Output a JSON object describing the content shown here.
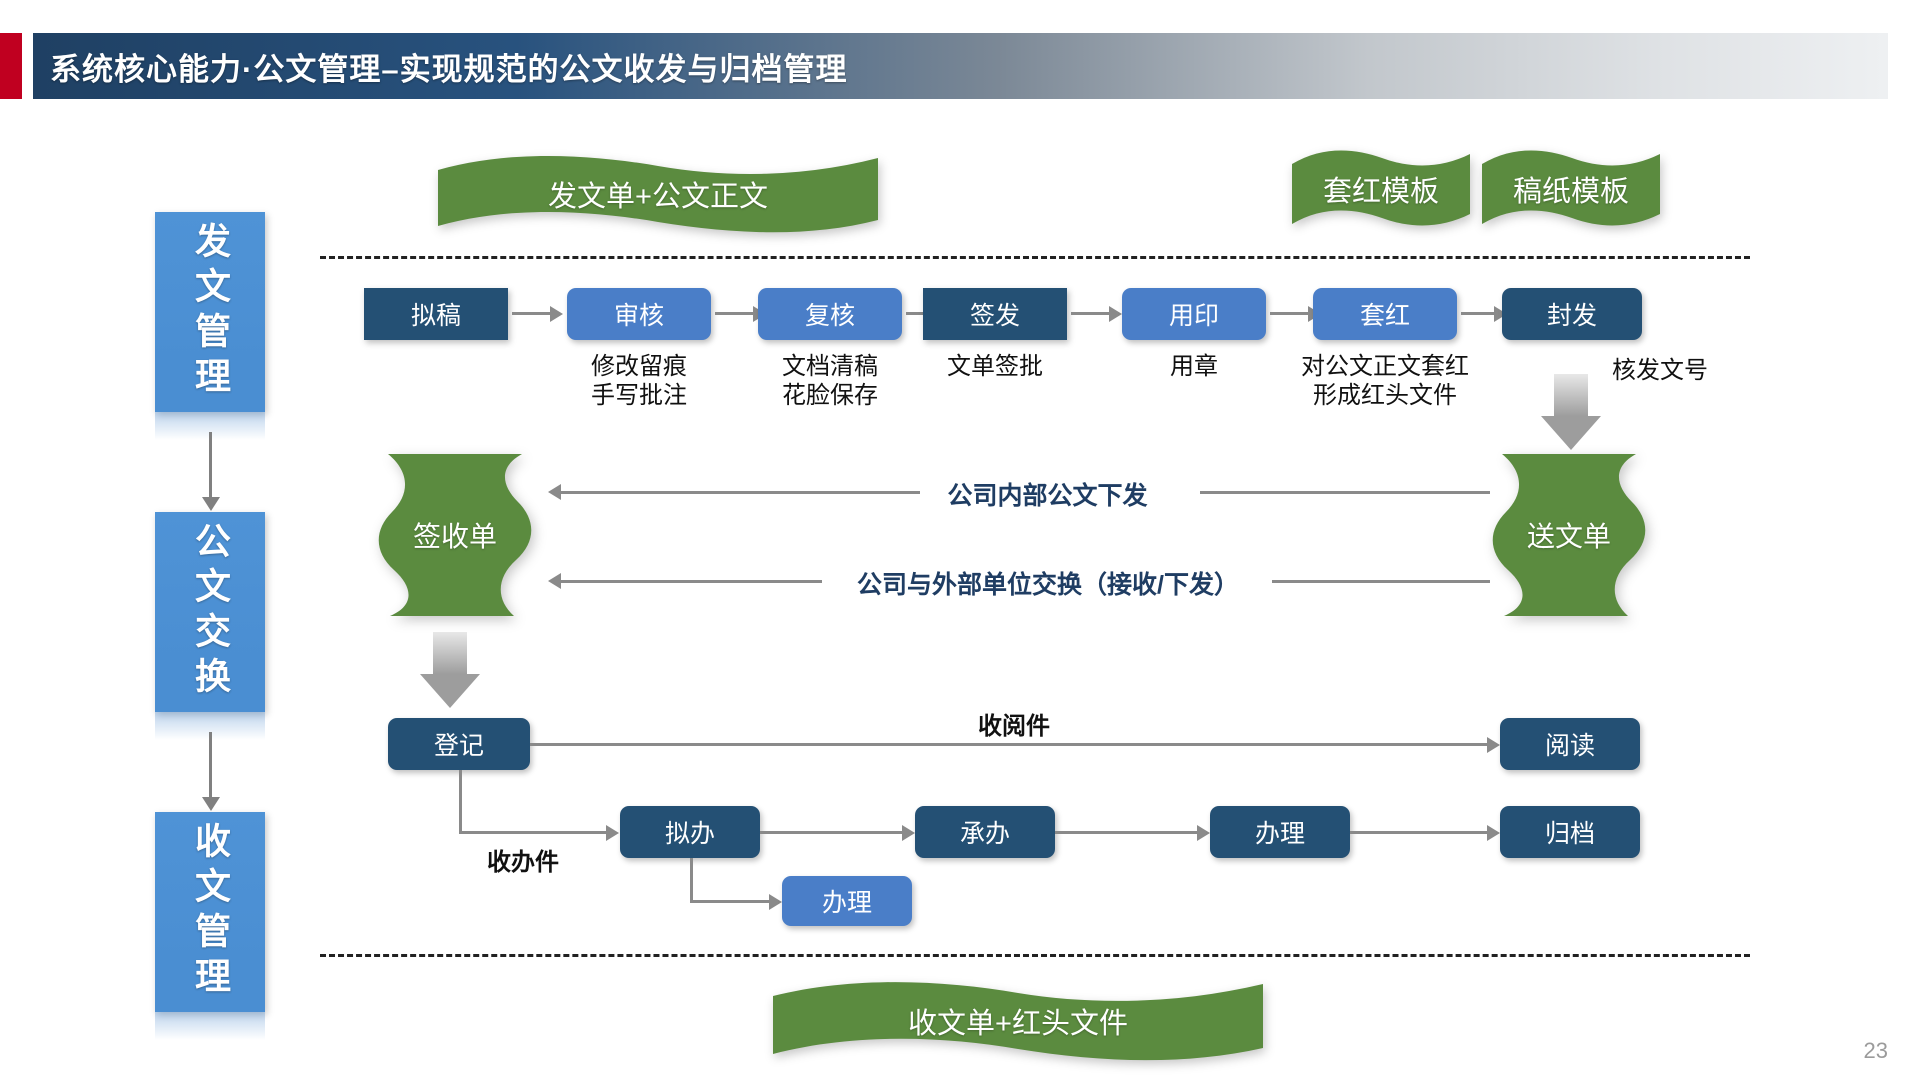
{
  "slide": {
    "title": "系统核心能力·公文管理–实现规范的公文收发与归档管理",
    "page_number": "23",
    "accent_color": "#c00020",
    "title_bar_color": "#1f4063",
    "dark_box_color": "#245074",
    "blue_box_color": "#4a7ec8",
    "green_color": "#5b8b3f",
    "panel_blue": "#4a8ed2",
    "label_blue": "#1f3d63"
  },
  "sidebar": {
    "items": [
      {
        "label": "发文管理"
      },
      {
        "label": "公文交换"
      },
      {
        "label": "收文管理"
      }
    ]
  },
  "banners": {
    "top_left": {
      "label": "发文单+公文正文"
    },
    "top_right_1": {
      "label": "套红模板"
    },
    "top_right_2": {
      "label": "稿纸模板"
    },
    "bottom": {
      "label": "收文单+红头文件"
    }
  },
  "scrolls": {
    "left": {
      "label": "签收单"
    },
    "right": {
      "label": "送文单"
    }
  },
  "dispatch_flow": {
    "steps": [
      {
        "label": "拟稿",
        "style": "dark"
      },
      {
        "label": "审核",
        "style": "blue"
      },
      {
        "label": "复核",
        "style": "blue"
      },
      {
        "label": "签发",
        "style": "dark"
      },
      {
        "label": "用印",
        "style": "blue"
      },
      {
        "label": "套红",
        "style": "blue"
      },
      {
        "label": "封发",
        "style": "dark"
      }
    ],
    "captions": [
      {
        "line1": "修改留痕",
        "line2": "手写批注"
      },
      {
        "line1": "文档清稿",
        "line2": "花脸保存"
      },
      {
        "line1": "文单签批",
        "line2": ""
      },
      {
        "line1": "用章",
        "line2": ""
      },
      {
        "line1": "对公文正文套红",
        "line2": "形成红头文件"
      },
      {
        "line1": "核发文号",
        "line2": ""
      }
    ]
  },
  "exchange": {
    "line1_label": "公司内部公文下发",
    "line2_label": "公司与外部单位交换（接收/下发）"
  },
  "receive_flow": {
    "register": {
      "label": "登记"
    },
    "read_label": "收阅件",
    "handle_label": "收办件",
    "read_box": {
      "label": "阅读"
    },
    "steps": [
      {
        "label": "拟办",
        "style": "dark"
      },
      {
        "label": "承办",
        "style": "dark"
      },
      {
        "label": "办理",
        "style": "dark"
      },
      {
        "label": "归档",
        "style": "dark"
      }
    ],
    "branch_box": {
      "label": "办理",
      "style": "blue"
    }
  }
}
